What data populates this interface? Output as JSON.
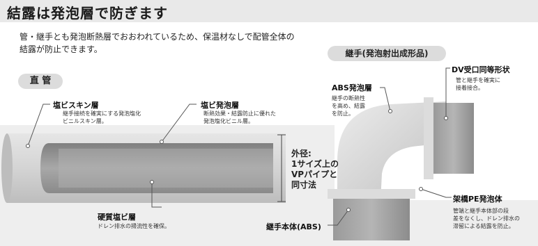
{
  "title": "結露は発泡層で防ぎます",
  "intro": {
    "line1": "管・継手とも発泡断熱層でおおわれているため、保温材なしで配管全体の",
    "line2": "結露が防止できます。"
  },
  "straight_pipe": {
    "heading": "直 管",
    "skin_layer": {
      "title": "塩ビスキン層",
      "desc1": "継手接続を確実にする発泡塩化",
      "desc2": "ビニルスキン層。"
    },
    "foam_layer": {
      "title": "塩ビ発泡層",
      "desc1": "断熱効果・結露防止に優れた",
      "desc2": "発泡塩化ビニル層。"
    },
    "hard_layer": {
      "title": "硬質塩ビ層",
      "desc1": "ドレン排水の掃流性を確保。"
    },
    "outer_diameter": {
      "line1": "外径:",
      "line2": "1サイズ上の",
      "line3": "VPパイプと",
      "line4": "同寸法"
    }
  },
  "fitting": {
    "heading": "継手(発泡射出成形品)",
    "abs_foam": {
      "title": "ABS発泡層",
      "desc1": "継手の断熱性",
      "desc2": "を高め、結露",
      "desc3": "を防止。"
    },
    "dv_shape": {
      "title": "DV受口同等形状",
      "desc1": "管と継手を確実に",
      "desc2": "接着接合。"
    },
    "pe_foam": {
      "title": "架橋PE発泡体",
      "desc1": "管端と継手本体部の段",
      "desc2": "差をなくし、ドレン排水の",
      "desc3": "滞留による結露を防止。"
    },
    "body": {
      "title": "継手本体(ABS)"
    }
  },
  "colors": {
    "accent_line": "#555555",
    "pipe_outer": "#c9c9c9",
    "pipe_inner": "#9b9b9b",
    "band": "#eeeeee"
  }
}
